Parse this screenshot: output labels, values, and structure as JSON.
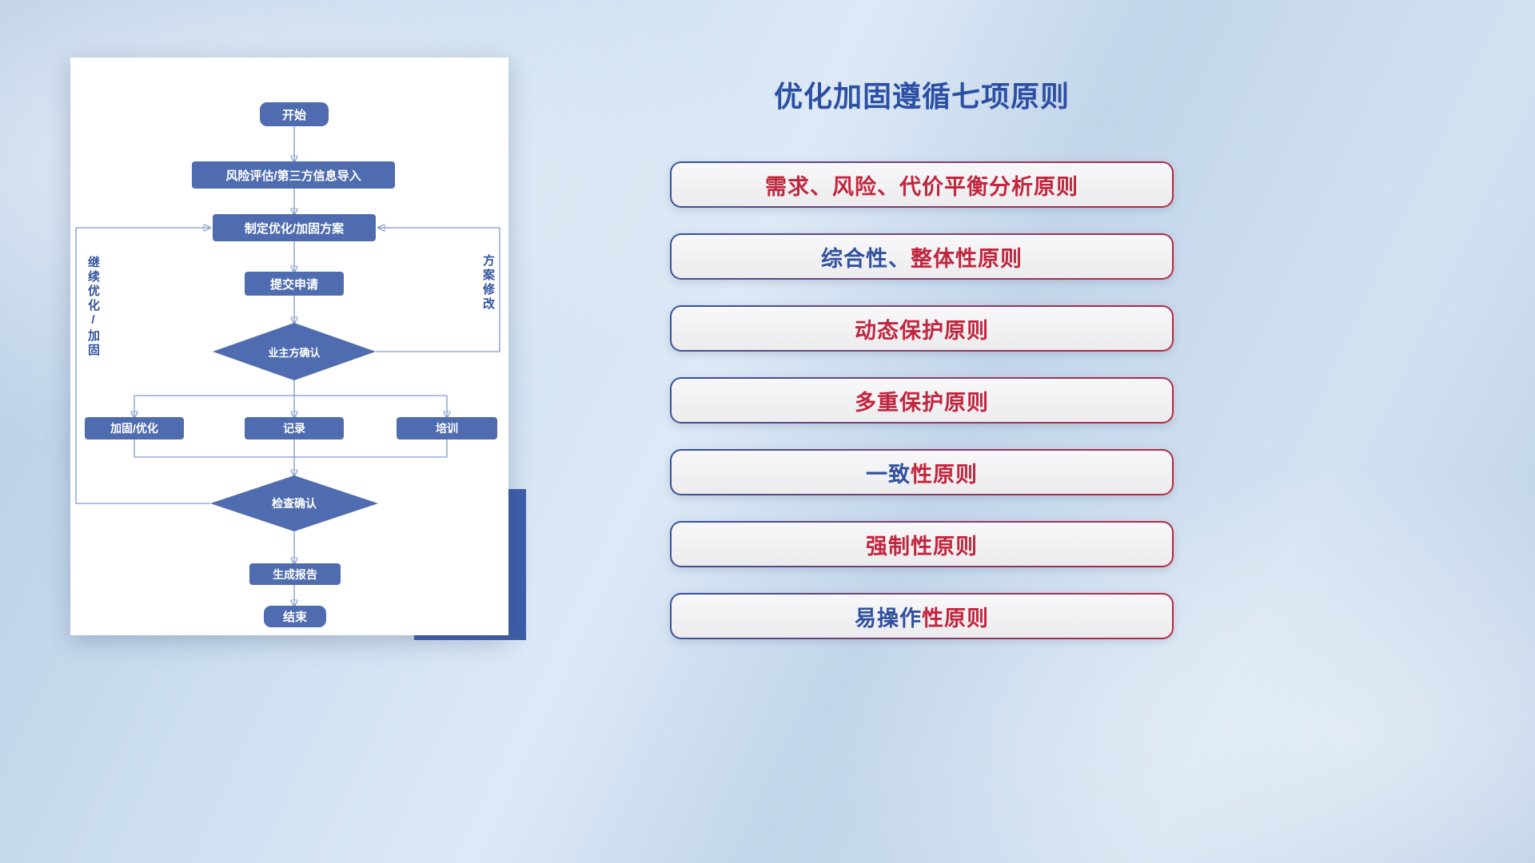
{
  "colors": {
    "accent_navy": "#3e5ea9",
    "node_blue": "#4f6cb0",
    "line_blue": "#7e99cf",
    "arrow_blue": "#4e6ab2",
    "label_blue": "#33549f",
    "title_blue": "#2c4fa3",
    "principle_blue": "#31519e",
    "principle_crimson": "#c1263d"
  },
  "flowchart": {
    "nodes": {
      "start": "开始",
      "risk": "风险评估/第三方信息导入",
      "plan": "制定优化/加固方案",
      "submit": "提交申请",
      "owner_confirm": "业主方确认",
      "reinforce": "加固/优化",
      "record": "记录",
      "training": "培训",
      "check_confirm": "检查确认",
      "report": "生成报告",
      "end": "结束"
    },
    "labels": {
      "left_loop": "继续优化/加固",
      "right_loop": "方案修改"
    }
  },
  "panel": {
    "title": "优化加固遵循七项原则",
    "principles": [
      {
        "parts": [
          {
            "text": "需求、风险、代价平衡分析原则",
            "color": "#c1263d"
          }
        ]
      },
      {
        "parts": [
          {
            "text": "综合性、",
            "color": "#31519e"
          },
          {
            "text": "整体性原则",
            "color": "#c1263d"
          }
        ]
      },
      {
        "parts": [
          {
            "text": "动态保护原则",
            "color": "#c1263d"
          }
        ]
      },
      {
        "parts": [
          {
            "text": "多重保护原则",
            "color": "#c1263d"
          }
        ]
      },
      {
        "parts": [
          {
            "text": "一致",
            "color": "#31519e"
          },
          {
            "text": "性原则",
            "color": "#c1263d"
          }
        ]
      },
      {
        "parts": [
          {
            "text": "强制性原则",
            "color": "#c1263d"
          }
        ]
      },
      {
        "parts": [
          {
            "text": "易操作",
            "color": "#31519e"
          },
          {
            "text": "性原则",
            "color": "#c1263d"
          }
        ]
      }
    ]
  }
}
